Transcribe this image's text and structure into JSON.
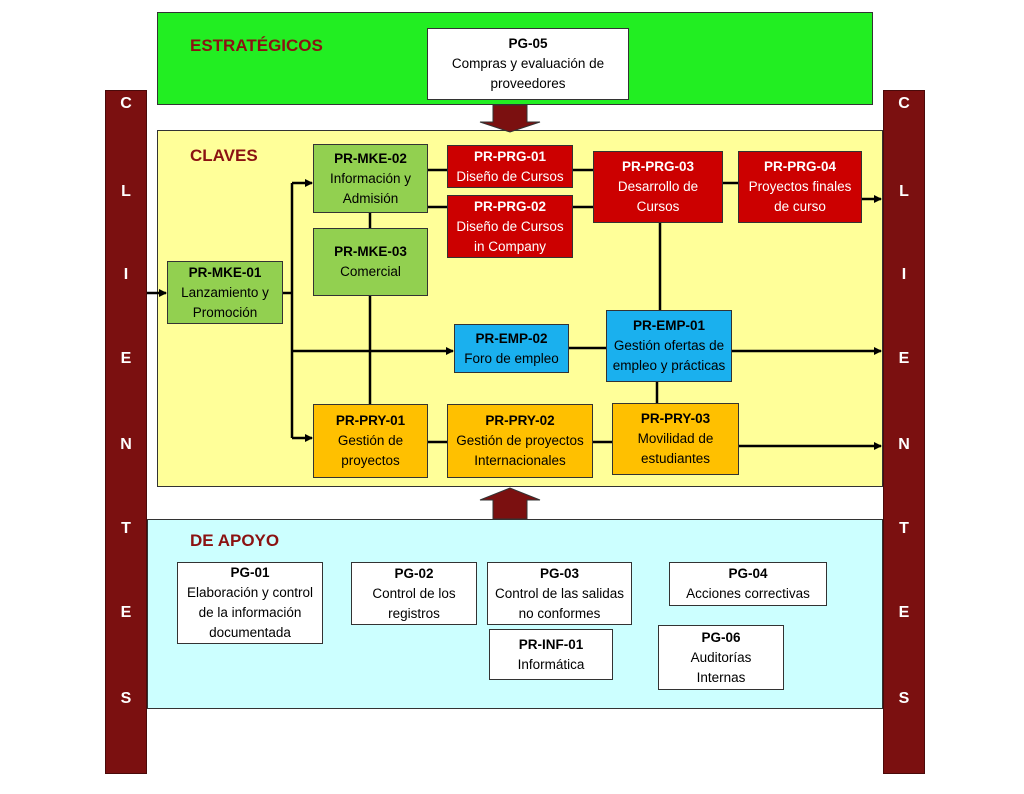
{
  "bands": {
    "strategic": "ESTRATÉGICOS",
    "key": "CLAVES",
    "support": "DE APOYO"
  },
  "clients_left": [
    "C",
    "L",
    "I",
    "E",
    "N",
    "T",
    "E",
    "S"
  ],
  "clients_right": [
    "C",
    "L",
    "I",
    "E",
    "N",
    "T",
    "E",
    "S"
  ],
  "boxes": {
    "pg05": {
      "code": "PG-05",
      "l1": "Compras y evaluación de",
      "l2": "proveedores"
    },
    "mke01": {
      "code": "PR-MKE-01",
      "l1": "Lanzamiento y",
      "l2": "Promoción"
    },
    "mke02": {
      "code": "PR-MKE-02",
      "l1": "Información y",
      "l2": "Admisión"
    },
    "mke03": {
      "code": "PR-MKE-03",
      "l1": "Comercial"
    },
    "prg01": {
      "code": "PR-PRG-01",
      "l1": "Diseño de Cursos"
    },
    "prg02": {
      "code": "PR-PRG-02",
      "l1": "Diseño de Cursos",
      "l2": "in Company"
    },
    "prg03": {
      "code": "PR-PRG-03",
      "l1": "Desarrollo de",
      "l2": "Cursos"
    },
    "prg04": {
      "code": "PR-PRG-04",
      "l1": "Proyectos finales",
      "l2": "de curso"
    },
    "emp02": {
      "code": "PR-EMP-02",
      "l1": "Foro de empleo"
    },
    "emp01": {
      "code": "PR-EMP-01",
      "l1": "Gestión ofertas de",
      "l2": "empleo y prácticas"
    },
    "pry01": {
      "code": "PR-PRY-01",
      "l1": "Gestión de",
      "l2": "proyectos"
    },
    "pry02": {
      "code": "PR-PRY-02",
      "l1": "Gestión de proyectos",
      "l2": "Internacionales"
    },
    "pry03": {
      "code": "PR-PRY-03",
      "l1": "Movilidad de",
      "l2": "estudiantes"
    },
    "pg01": {
      "code": "PG-01",
      "l1": "Elaboración y control",
      "l2": "de la información",
      "l3": "documentada"
    },
    "pg02": {
      "code": "PG-02",
      "l1": "Control de los",
      "l2": "registros"
    },
    "pg03": {
      "code": "PG-03",
      "l1": "Control de las salidas",
      "l2": "no conformes"
    },
    "inf01": {
      "code": "PR-INF-01",
      "l1": "Informática"
    },
    "pg04": {
      "code": "PG-04",
      "l1": "Acciones correctivas"
    },
    "pg06": {
      "code": "PG-06",
      "l1": "Auditorías",
      "l2": "Internas"
    }
  },
  "colors": {
    "strategic_band": "#22ee22",
    "key_band": "#ffff99",
    "support_band": "#ccffff",
    "client_column": "#7b1010",
    "title_text": "#8b1212"
  }
}
